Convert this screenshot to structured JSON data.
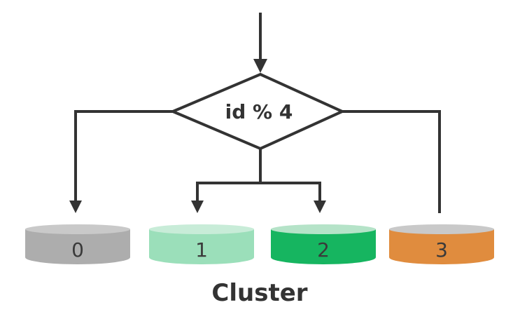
{
  "decision": {
    "label": "id % 4"
  },
  "shards": [
    {
      "label": "0",
      "color": "#adadad",
      "top_color": "#c9c9c9"
    },
    {
      "label": "1",
      "color": "#9bdfba",
      "top_color": "#c8ecd8"
    },
    {
      "label": "2",
      "color": "#16b560",
      "top_color": "#b5e3c8"
    },
    {
      "label": "3",
      "color": "#e08c3e",
      "top_color": "#c9c9c9"
    }
  ],
  "cluster": {
    "label": "Cluster"
  },
  "colors": {
    "line": "#333333",
    "text": "#333333"
  }
}
